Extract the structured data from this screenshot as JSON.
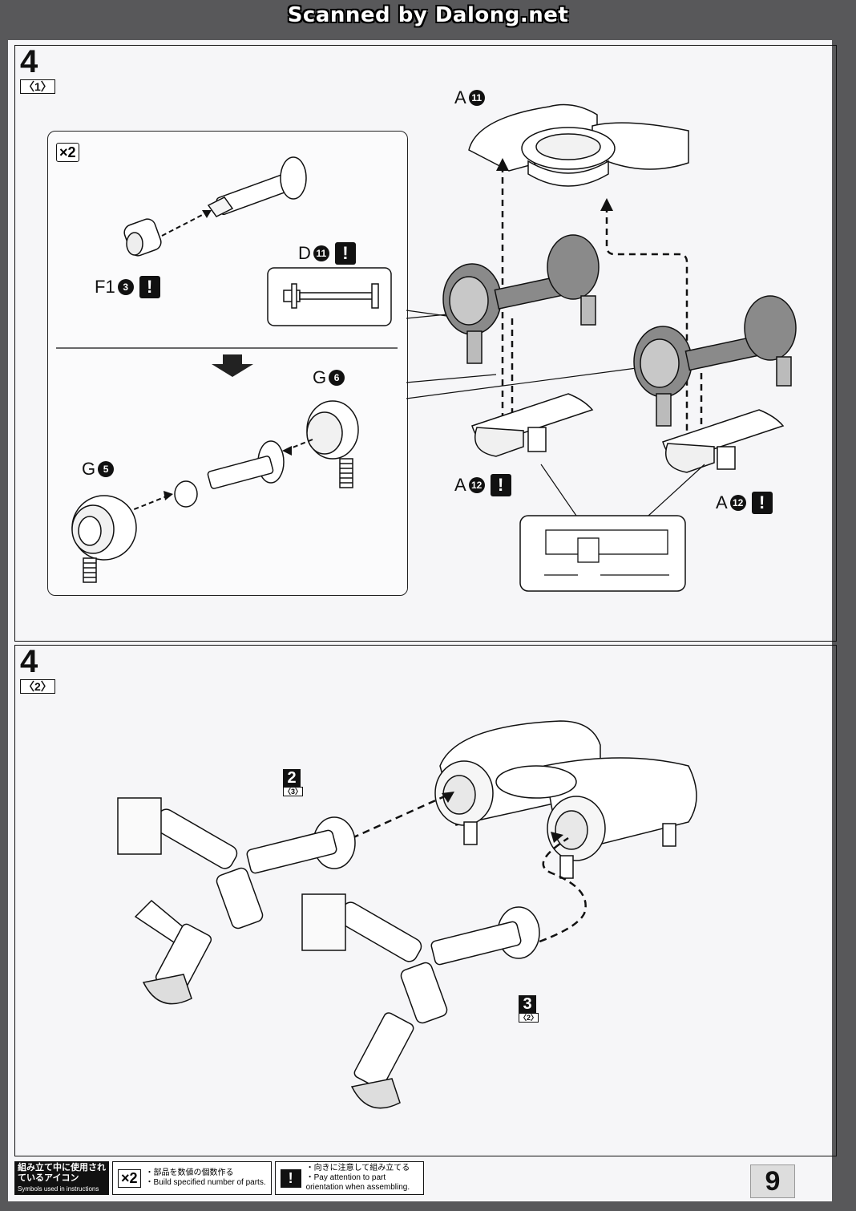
{
  "scan_credit": "Scanned by Dalong.net",
  "step1": {
    "number": "4",
    "sub": "〈1〉",
    "multiplier": "×2",
    "labels": {
      "a11_top": "A",
      "a11_num": "11",
      "d11": "D",
      "d11_num": "11",
      "f1": "F1",
      "f1_num": "3",
      "g6": "G",
      "g6_num": "6",
      "g5": "G",
      "g5_num": "5",
      "a12_left": "A",
      "a12_left_num": "12",
      "a12_right": "A",
      "a12_right_num": "12"
    }
  },
  "step2": {
    "number": "4",
    "sub": "〈2〉",
    "ref2": {
      "num": "2",
      "sub": "〈3〉"
    },
    "ref3": {
      "num": "3",
      "sub": "〈2〉"
    }
  },
  "legend": {
    "title_jp": "組み立て中に使用されているアイコン",
    "title_en": "Symbols used in instructions",
    "x2_icon": "×2",
    "x2_jp": "・部品を数値の個数作る",
    "x2_en": "・Build specified number of parts.",
    "warn_icon": "!",
    "warn_jp": "・向きに注意して組み立てる",
    "warn_en": "・Pay attention to part orientation when assembling."
  },
  "page_number": "9"
}
